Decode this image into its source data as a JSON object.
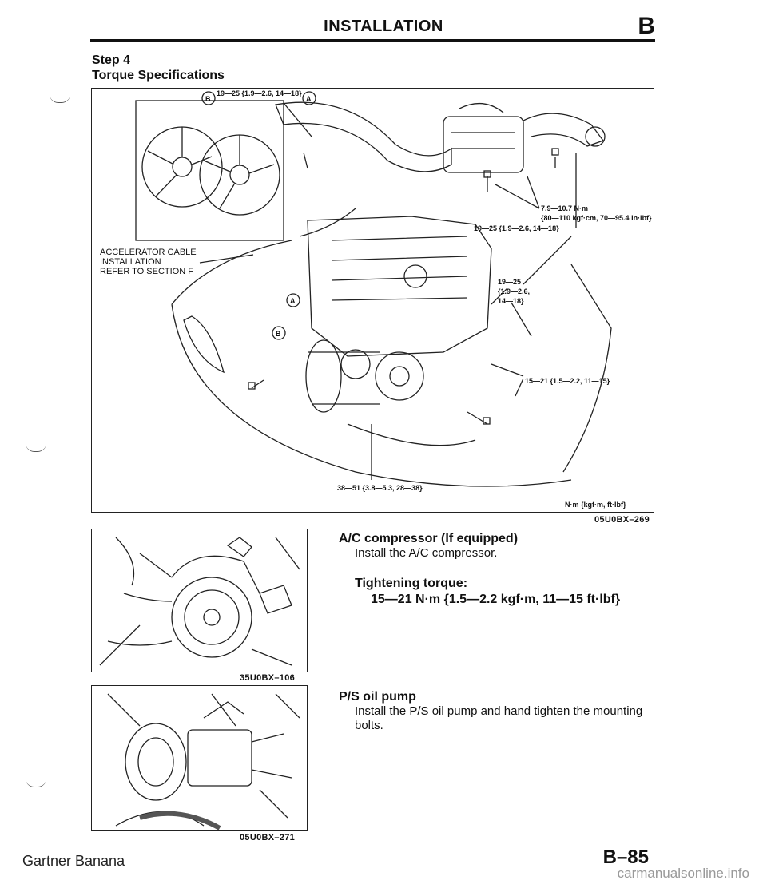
{
  "header": {
    "title": "INSTALLATION",
    "section_letter": "B"
  },
  "step": {
    "label": "Step 4",
    "subtitle": "Torque Specifications"
  },
  "main_figure": {
    "code": "05U0BX–269",
    "units": "N·m {kgf·m, ft·lbf}",
    "callouts": {
      "accelerator_line1": "ACCELERATOR CABLE",
      "accelerator_line2": "INSTALLATION",
      "accelerator_line3": "REFER TO SECTION F",
      "torque_top": "19—25 {1.9—2.6, 14—18}",
      "torque_inlb_1": "7.9—10.7 N·m",
      "torque_inlb_2": "{80—110 kgf·cm, 70—95.4 in·lbf}",
      "torque_mid": "19—25 {1.9—2.6, 14—18}",
      "torque_side_1": "19—25",
      "torque_side_2": "{1.9—2.6,",
      "torque_side_3": "14—18}",
      "torque_ac": "15—21 {1.5—2.2, 11—15}",
      "torque_bottom": "38—51 {3.8—5.3, 28—38}",
      "marker_a": "A",
      "marker_b": "B"
    }
  },
  "fig_ac": {
    "code": "35U0BX–106"
  },
  "fig_ps": {
    "code": "05U0BX–271"
  },
  "sections": {
    "ac": {
      "title": "A/C compressor (If equipped)",
      "text": "Install the A/C compressor.",
      "spec_label": "Tightening torque:",
      "spec_value": "15—21 N·m {1.5—2.2 kgf·m, 11—15 ft·lbf}"
    },
    "ps": {
      "title": "P/S oil pump",
      "text_line1": "Install the P/S oil pump and hand tighten the mounting",
      "text_line2": "bolts."
    }
  },
  "footer": {
    "brand": "Gartner Banana",
    "page": "B–85",
    "watermark": "carmanualsonline.info"
  }
}
